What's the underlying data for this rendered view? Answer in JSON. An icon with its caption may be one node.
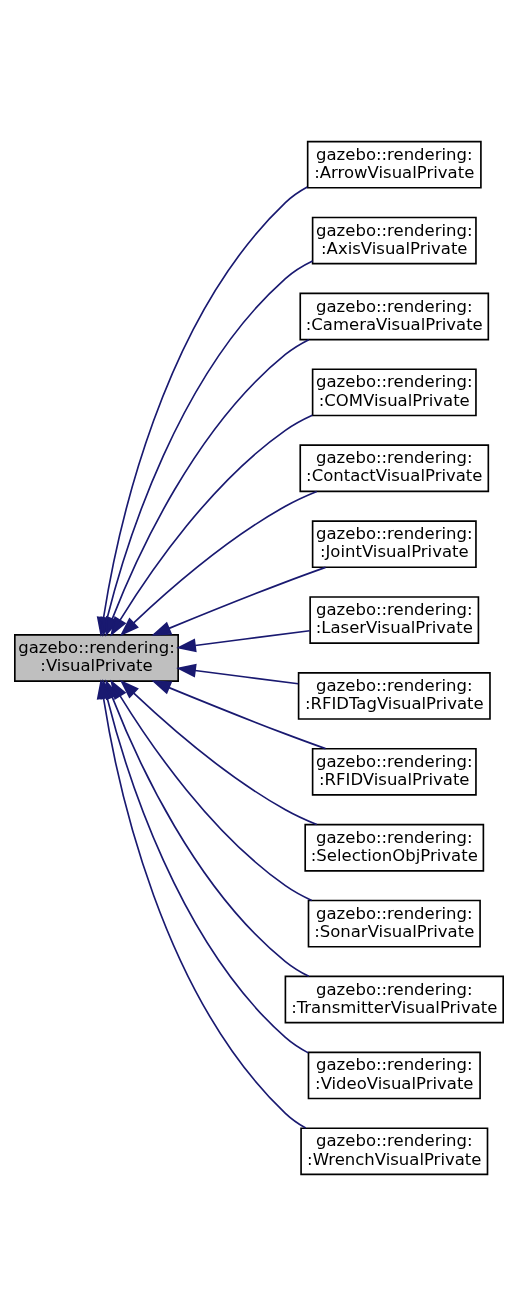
{
  "diagram": {
    "nodes": [
      {
        "text": [
          "gazebo::rendering: :VisualPrivate"
        ]
      },
      {
        "text": [
          "gazebo::rendering: :ArrowVisualPrivate"
        ]
      },
      {
        "text": [
          "gazebo::rendering: :AxisVisualPrivate"
        ]
      },
      {
        "text": [
          "gazebo::rendering: :CameraVisualPrivate"
        ]
      },
      {
        "text": [
          "gazebo::rendering: :COMVisualPrivate"
        ]
      },
      {
        "text": [
          "gazebo::rendering: :ContactVisualPrivate"
        ]
      },
      {
        "text": [
          "gazebo::rendering: :JointVisualPrivate"
        ]
      },
      {
        "text": [
          "gazebo::rendering: :LaserVisualPrivate"
        ]
      },
      {
        "text": [
          "gazebo::rendering: :RFIDTagVisualPrivate"
        ]
      },
      {
        "text": [
          "gazebo::rendering: :RFIDVisualPrivate"
        ]
      },
      {
        "text": [
          "gazebo::rendering: :SelectionObjPrivate"
        ]
      },
      {
        "text": [
          "gazebo::rendering: :SonarVisualPrivate"
        ]
      },
      {
        "text": [
          "gazebo::rendering: :TransmitterVisualPrivate"
        ]
      },
      {
        "text": [
          "gazebo::rendering: :VideoVisualPrivate"
        ]
      },
      {
        "text": [
          "gazebo::rendering: :WrenchVisualPrivate"
        ]
      }
    ],
    "edges": [
      {
        "from": 1,
        "to": 0,
        "arrow": "to"
      },
      {
        "from": 2,
        "to": 0,
        "arrow": "to"
      },
      {
        "from": 3,
        "to": 0,
        "arrow": "to"
      },
      {
        "from": 4,
        "to": 0,
        "arrow": "to"
      },
      {
        "from": 5,
        "to": 0,
        "arrow": "to"
      },
      {
        "from": 6,
        "to": 0,
        "arrow": "to"
      },
      {
        "from": 7,
        "to": 0,
        "arrow": "to"
      },
      {
        "from": 8,
        "to": 0,
        "arrow": "to"
      },
      {
        "from": 9,
        "to": 0,
        "arrow": "to"
      },
      {
        "from": 10,
        "to": 0,
        "arrow": "to"
      },
      {
        "from": 11,
        "to": 0,
        "arrow": "to"
      },
      {
        "from": 12,
        "to": 0,
        "arrow": "to"
      },
      {
        "from": 13,
        "to": 0,
        "arrow": "to"
      },
      {
        "from": 14,
        "to": 0,
        "arrow": "to"
      }
    ]
  }
}
